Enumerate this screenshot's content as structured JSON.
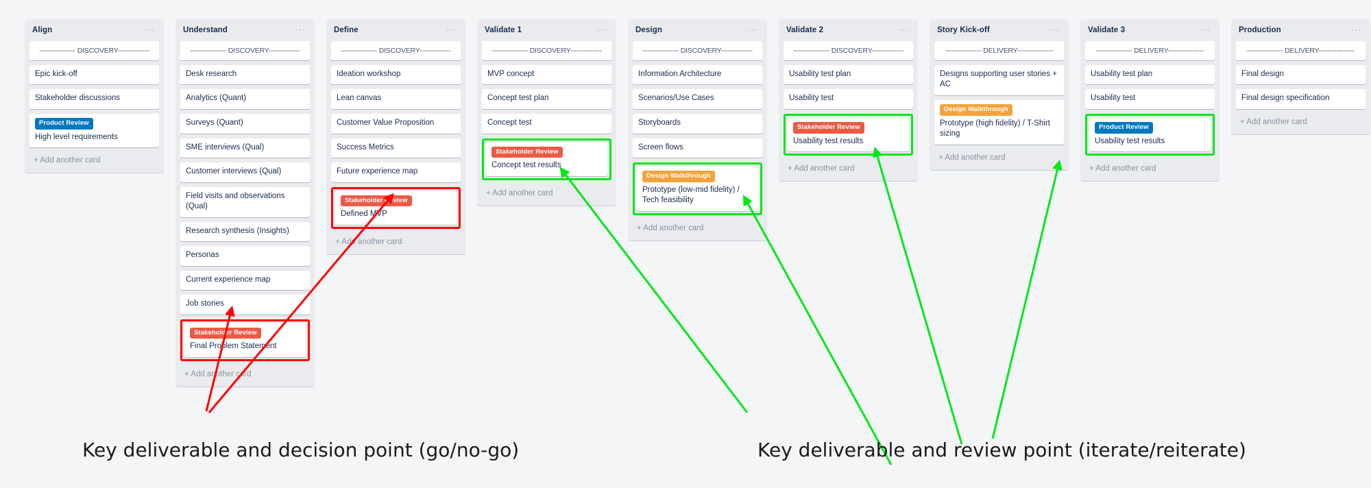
{
  "board": {
    "add_card_label": "+ Add another card",
    "menu_icon": "···",
    "colors": {
      "background": "#f4f5f7",
      "list_background": "#e9ebee",
      "card_background": "#ffffff",
      "badge_stakeholder_review": "#eb5a46",
      "badge_product_review": "#0079bf",
      "badge_design_walkthrough": "#f2a33c",
      "ring_red": "#ff0000",
      "ring_green": "#00e817",
      "arrow_red": "#ff0000",
      "arrow_green": "#00e817",
      "text_primary": "#172b4d",
      "text_muted": "#8993a4"
    },
    "lists": [
      {
        "title": "Align",
        "cards": [
          {
            "text": "---------------- DISCOVERY--------------",
            "phase": true
          },
          {
            "text": "Epic kick-off"
          },
          {
            "text": "Stakeholder discussions"
          },
          {
            "text": "High level requirements",
            "badge": "Product Review",
            "badge_color": "#0079bf"
          }
        ]
      },
      {
        "title": "Understand",
        "cards": [
          {
            "text": "---------------- DISCOVERY--------------",
            "phase": true
          },
          {
            "text": "Desk research"
          },
          {
            "text": "Analytics (Quant)"
          },
          {
            "text": "Surveys (Quant)"
          },
          {
            "text": "SME interviews (Qual)"
          },
          {
            "text": "Customer interviews (Qual)"
          },
          {
            "text": "Field visits and observations (Qual)"
          },
          {
            "text": "Research synthesis (Insights)"
          },
          {
            "text": "Personas"
          },
          {
            "text": "Current experience map"
          },
          {
            "text": "Job stories"
          },
          {
            "text": "Final Problem Statement",
            "badge": "Stakeholder Review",
            "badge_color": "#eb5a46",
            "ring": "red"
          }
        ]
      },
      {
        "title": "Define",
        "cards": [
          {
            "text": "---------------- DISCOVERY--------------",
            "phase": true
          },
          {
            "text": "Ideation workshop"
          },
          {
            "text": "Lean canvas"
          },
          {
            "text": "Customer Value Proposition"
          },
          {
            "text": "Success Metrics"
          },
          {
            "text": "Future experience map"
          },
          {
            "text": "Defined MVP",
            "badge": "Stakeholder Review",
            "badge_color": "#eb5a46",
            "ring": "red"
          }
        ]
      },
      {
        "title": "Validate 1",
        "cards": [
          {
            "text": "---------------- DISCOVERY--------------",
            "phase": true
          },
          {
            "text": "MVP concept"
          },
          {
            "text": "Concept test plan"
          },
          {
            "text": "Concept test"
          },
          {
            "text": "Concept test results",
            "badge": "Stakeholder Review",
            "badge_color": "#eb5a46",
            "ring": "green"
          }
        ]
      },
      {
        "title": "Design",
        "cards": [
          {
            "text": "---------------- DISCOVERY--------------",
            "phase": true
          },
          {
            "text": "Information Architecture"
          },
          {
            "text": "Scenarios/Use Cases"
          },
          {
            "text": "Storyboards"
          },
          {
            "text": "Screen flows"
          },
          {
            "text": "Prototype (low-mid fidelity) / Tech feasibility",
            "badge": "Design Walkthrough",
            "badge_color": "#f2a33c",
            "ring": "green"
          }
        ]
      },
      {
        "title": "Validate 2",
        "cards": [
          {
            "text": "---------------- DISCOVERY--------------",
            "phase": true
          },
          {
            "text": "Usability test plan"
          },
          {
            "text": "Usability test"
          },
          {
            "text": "Usability test results",
            "badge": "Stakeholder Review",
            "badge_color": "#eb5a46",
            "ring": "green"
          }
        ]
      },
      {
        "title": "Story Kick-off",
        "cards": [
          {
            "text": "---------------- DELIVERY----------------",
            "phase": true
          },
          {
            "text": "Designs supporting user stories + AC"
          },
          {
            "text": "Prototype (high fidelity) / T-Shirt sizing",
            "badge": "Design Walkthrough",
            "badge_color": "#f2a33c"
          }
        ]
      },
      {
        "title": "Validate 3",
        "cards": [
          {
            "text": "---------------- DELIVERY----------------",
            "phase": true
          },
          {
            "text": "Usability test plan"
          },
          {
            "text": "Usability test"
          },
          {
            "text": "Usability test results",
            "badge": "Product Review",
            "badge_color": "#0079bf",
            "ring": "green"
          }
        ]
      },
      {
        "title": "Production",
        "cards": [
          {
            "text": "---------------- DELIVERY----------------",
            "phase": true
          },
          {
            "text": "Final design"
          },
          {
            "text": "Final design specification"
          }
        ]
      }
    ]
  },
  "annotations": {
    "caption_left": "Key deliverable and decision point (go/no-go)",
    "caption_right": "Key deliverable and review point (iterate/reiterate)"
  }
}
